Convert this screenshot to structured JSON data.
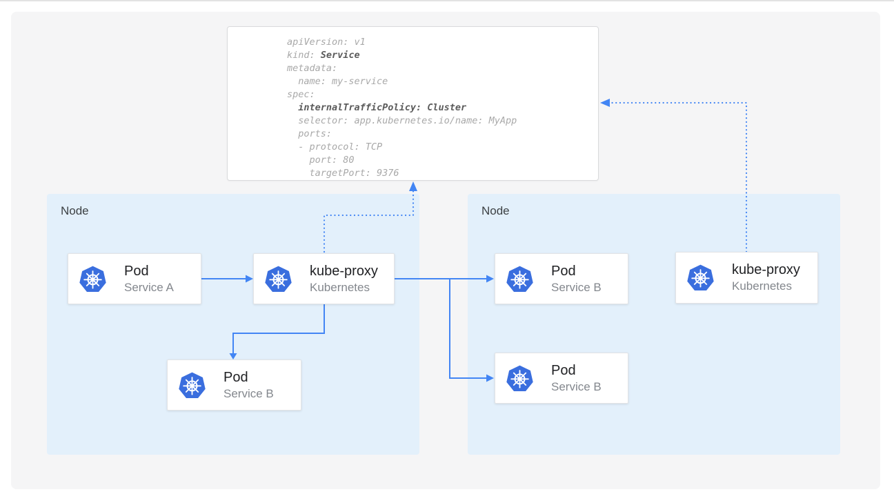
{
  "colors": {
    "stage_bg": "#F5F5F6",
    "node_bg": "#E3F0FB",
    "arrow_blue": "#4285F4",
    "k8s_blue": "#3A6EDE",
    "card_border": "#E3E4E6",
    "yaml_border": "#D9DADC",
    "title_color": "#202124",
    "subtitle_color": "#83878D",
    "node_label_color": "#3C4043",
    "code_color": "#A8A8A8",
    "code_bold_color": "#5B5B5B"
  },
  "yaml_card": {
    "lines": [
      [
        {
          "t": "apiVersion: v1",
          "b": false
        }
      ],
      [
        {
          "t": "kind: ",
          "b": false
        },
        {
          "t": "Service",
          "b": true
        }
      ],
      [
        {
          "t": "metadata:",
          "b": false
        }
      ],
      [
        {
          "t": "  name: my-service",
          "b": false
        }
      ],
      [
        {
          "t": "spec:",
          "b": false
        }
      ],
      [
        {
          "t": "  ",
          "b": false
        },
        {
          "t": "internalTrafficPolicy: Cluster",
          "b": true
        }
      ],
      [
        {
          "t": "  selector: app.kubernetes.io/name: MyApp",
          "b": false
        }
      ],
      [
        {
          "t": "  ports:",
          "b": false
        }
      ],
      [
        {
          "t": "  - protocol: TCP",
          "b": false
        }
      ],
      [
        {
          "t": "    port: 80",
          "b": false
        }
      ],
      [
        {
          "t": "    targetPort: 9376",
          "b": false
        }
      ]
    ]
  },
  "nodes": {
    "left": {
      "label": "Node"
    },
    "right": {
      "label": "Node"
    }
  },
  "cards": {
    "pod_a": {
      "title": "Pod",
      "subtitle": "Service A",
      "icon": "kubernetes-icon"
    },
    "kube_proxy_left": {
      "title": "kube-proxy",
      "subtitle": "Kubernetes",
      "icon": "kubernetes-icon"
    },
    "pod_b_left": {
      "title": "Pod",
      "subtitle": "Service B",
      "icon": "kubernetes-icon"
    },
    "pod_b_right_top": {
      "title": "Pod",
      "subtitle": "Service B",
      "icon": "kubernetes-icon"
    },
    "kube_proxy_right": {
      "title": "kube-proxy",
      "subtitle": "Kubernetes",
      "icon": "kubernetes-icon"
    },
    "pod_b_right_bottom": {
      "title": "Pod",
      "subtitle": "Service B",
      "icon": "kubernetes-icon"
    }
  }
}
